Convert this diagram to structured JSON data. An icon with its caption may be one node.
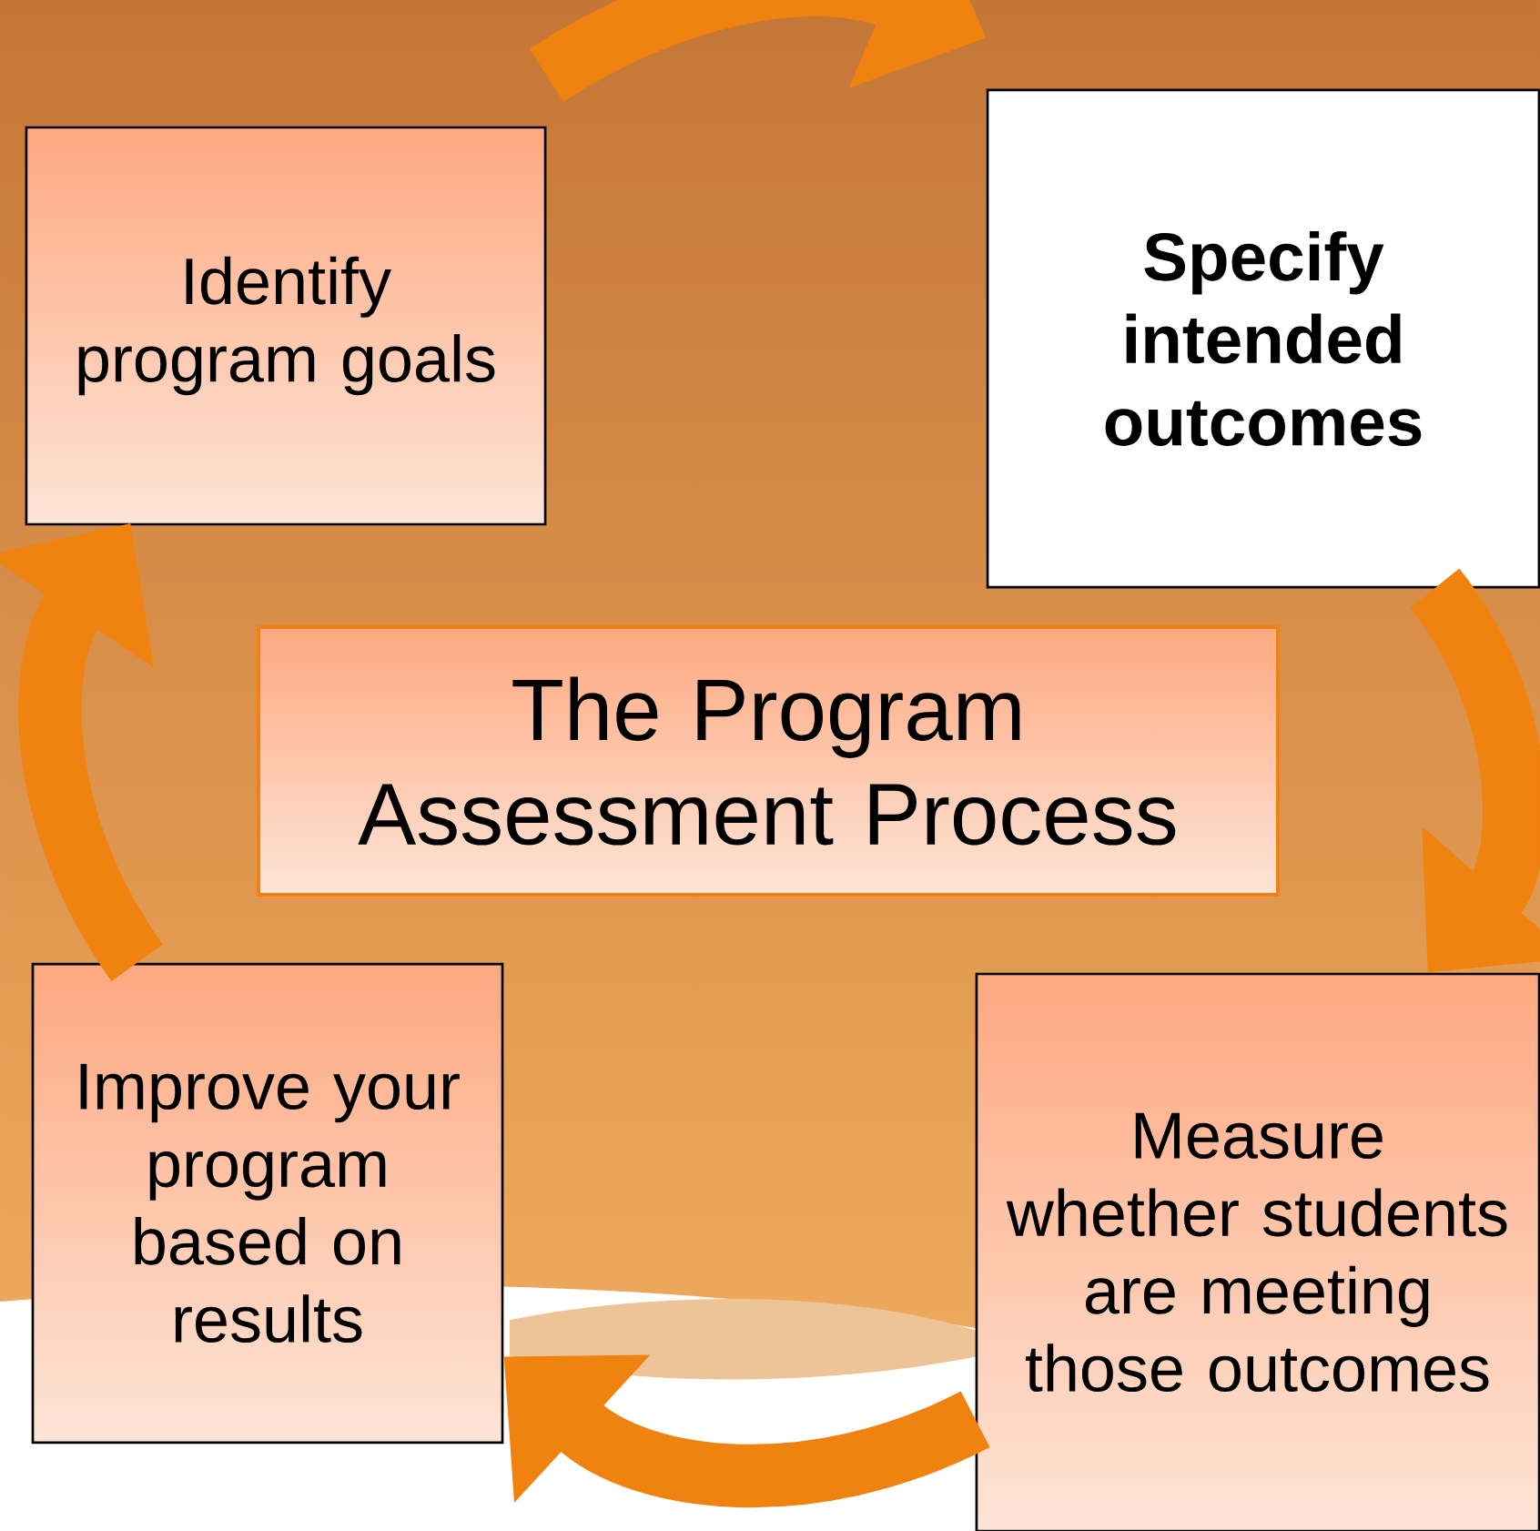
{
  "diagram": {
    "nodes": [
      {
        "text": [
          "Identify program goals"
        ]
      },
      {
        "text": [
          "Specify intended outcomes"
        ]
      },
      {
        "text": [
          "Measure whether students are meeting those outcomes"
        ]
      },
      {
        "text": [
          "Improve your program based on results"
        ]
      },
      {
        "text": [
          "The Program Assessment Process"
        ]
      }
    ],
    "edges": [
      {
        "from": 0,
        "to": 1,
        "arrow": "to"
      },
      {
        "from": 1,
        "to": 2,
        "arrow": "to"
      },
      {
        "from": 2,
        "to": 3,
        "arrow": "to"
      },
      {
        "from": 3,
        "to": 0,
        "arrow": "to"
      }
    ]
  }
}
